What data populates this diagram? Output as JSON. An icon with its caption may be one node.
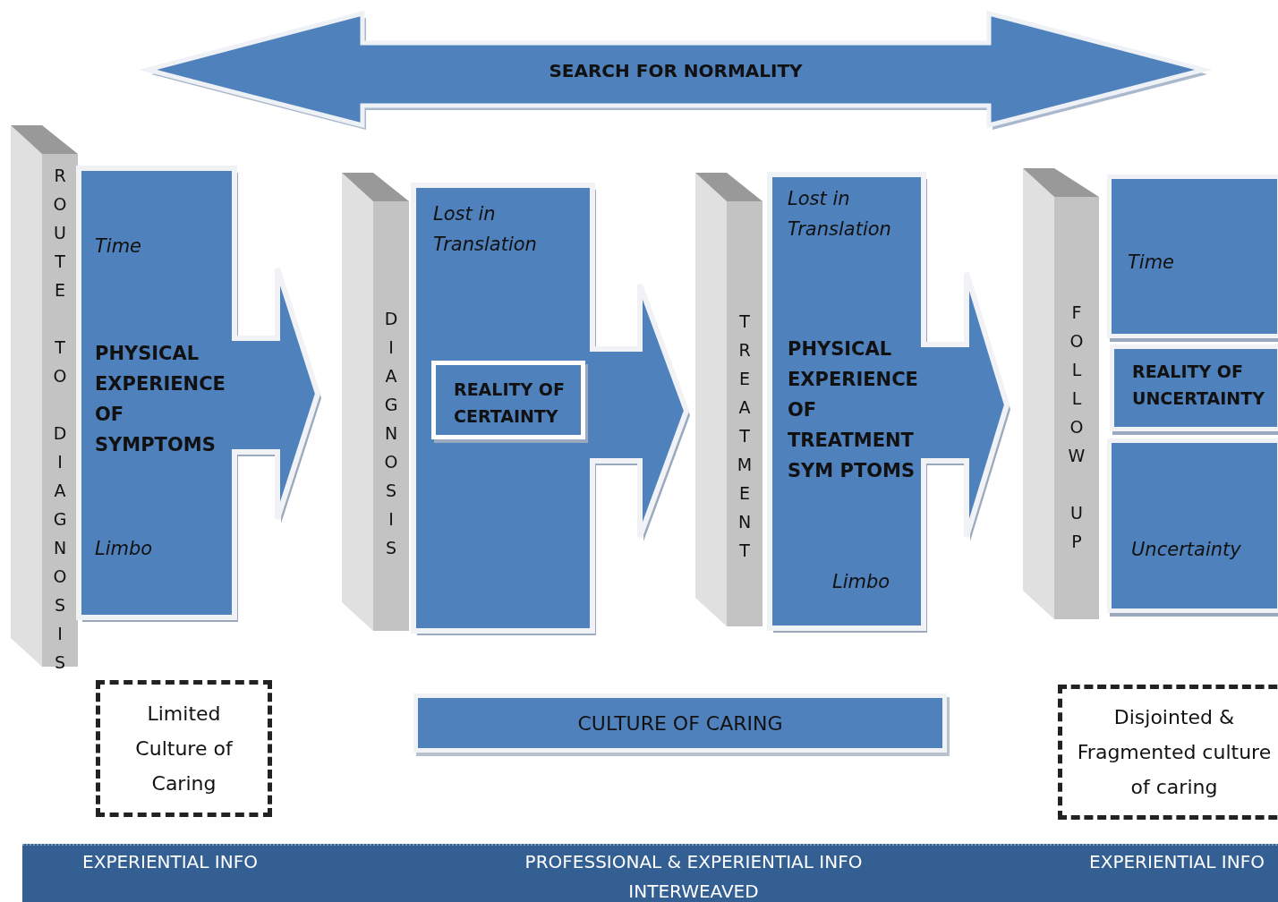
{
  "diagram": {
    "nodes": [
      {
        "text": [
          "SEARCH FOR NORMALITY"
        ]
      },
      {
        "text": [
          "ROUTE TO DIAGNOSIS"
        ]
      },
      {
        "text": [
          "Time",
          "PHYSICAL EXPERIENCE OF SYMPTOMS",
          "Limbo"
        ]
      },
      {
        "text": [
          "DIAGNOSIS"
        ]
      },
      {
        "text": [
          "Lost in Translation"
        ]
      },
      {
        "text": [
          "REALITY OF CERTAINTY"
        ],
        "in": 4
      },
      {
        "text": [
          "TREATMENT"
        ]
      },
      {
        "text": [
          "Lost in Translation",
          "PHYSICAL EXPERIENCE OF TREATMENT SYM PTOMS",
          "Limbo"
        ]
      },
      {
        "text": [
          "FOLLOW UP"
        ]
      },
      {
        "text": [
          "Time"
        ]
      },
      {
        "text": [
          "REALITY OF UNCERTAINTY"
        ]
      },
      {
        "text": [
          "Uncertainty"
        ]
      },
      {
        "text": [
          "Limited Culture of Caring"
        ]
      },
      {
        "text": [
          "CULTURE OF CARING"
        ]
      },
      {
        "text": [
          "Disjointed & Fragmented culture of caring"
        ]
      },
      {
        "text": [
          "EXPERIENTIAL INFO",
          "PROFESSIONAL & EXPERIENTIAL INFO INTERWEAVED",
          "EXPERIENTIAL INFO"
        ]
      }
    ]
  }
}
